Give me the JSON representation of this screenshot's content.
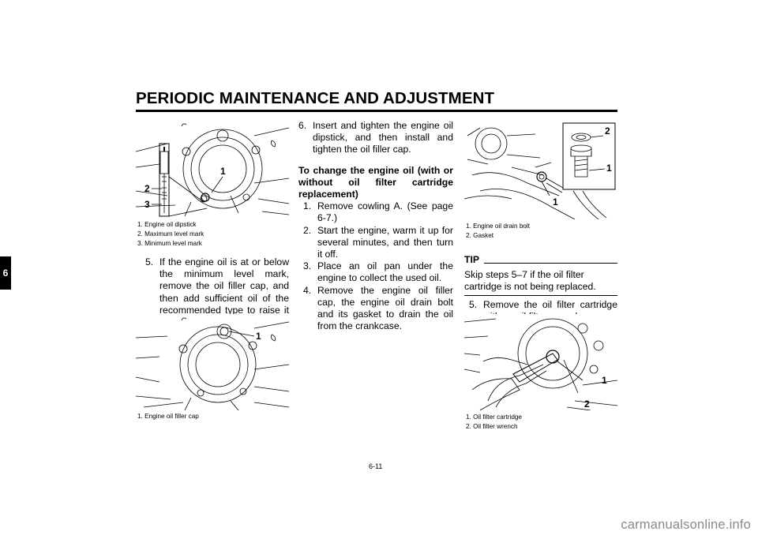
{
  "header": {
    "title": "PERIODIC MAINTENANCE AND ADJUSTMENT"
  },
  "tab": {
    "chapter": "6"
  },
  "figures": {
    "fig1": {
      "callouts": [
        "1",
        "2",
        "3"
      ],
      "captions": [
        "1. Engine oil dipstick",
        "2. Maximum level mark",
        "3. Minimum level mark"
      ]
    },
    "fig2": {
      "callouts": [
        "1"
      ],
      "captions": [
        "1. Engine oil filler cap"
      ]
    },
    "fig3": {
      "callouts": [
        "2",
        "1",
        "1"
      ],
      "captions": [
        "1. Engine oil drain bolt",
        "2. Gasket"
      ]
    },
    "fig4": {
      "callouts": [
        "1",
        "2"
      ],
      "captions": [
        "1. Oil filter cartridge",
        "2. Oil filter wrench"
      ]
    }
  },
  "col1": {
    "step5": {
      "num": "5.",
      "text": "If the engine oil is at or below the minimum level mark, remove the oil filler cap, and then add sufficient oil of the recommended type to raise it to the correct level."
    }
  },
  "col2": {
    "step6": {
      "num": "6.",
      "text": "Insert and tighten the engine oil dipstick, and then install and tighten the oil filler cap."
    },
    "subheading": "To change the engine oil (with or without oil filter cartridge replacement)",
    "steps": [
      {
        "num": "1.",
        "text": "Remove cowling A. (See page 6-7.)"
      },
      {
        "num": "2.",
        "text": "Start the engine, warm it up for several minutes, and then turn it off."
      },
      {
        "num": "3.",
        "text": "Place an oil pan under the engine to collect the used oil."
      },
      {
        "num": "4.",
        "text": "Remove the engine oil filler cap, the engine oil drain bolt and its gasket to drain the oil from the crankcase."
      }
    ]
  },
  "col3": {
    "tip": {
      "label": "TIP",
      "text": "Skip steps 5–7 if the oil filter cartridge is not being replaced."
    },
    "step5": {
      "num": "5.",
      "text": "Remove the oil filter cartridge with an oil filter wrench."
    }
  },
  "footer": {
    "page_number": "6-11",
    "watermark": "carmanualsonline.info"
  }
}
